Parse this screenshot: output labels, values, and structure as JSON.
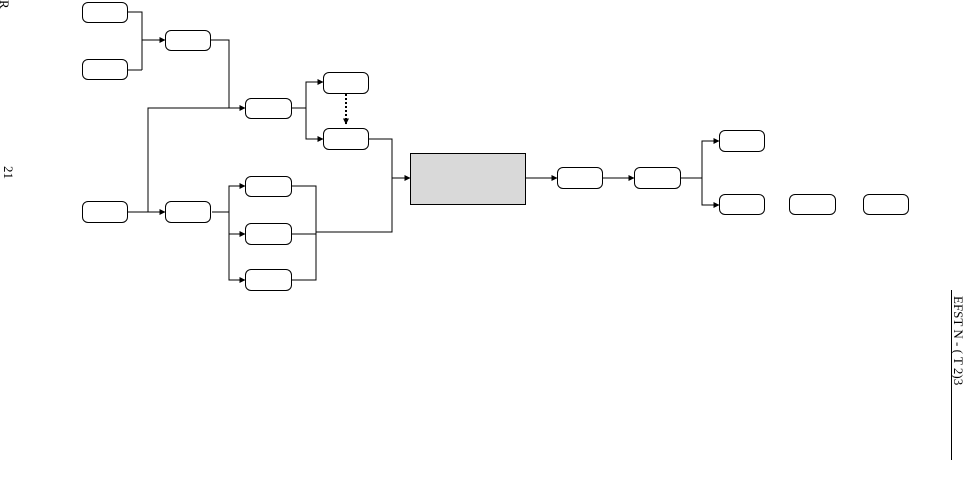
{
  "page": {
    "margin_letter": "R",
    "page_number": "21",
    "footer_reference": "EFST N - ( T 2)3"
  },
  "diagram": {
    "nodes": [
      {
        "id": "n1",
        "label": ""
      },
      {
        "id": "n2",
        "label": ""
      },
      {
        "id": "n3",
        "label": ""
      },
      {
        "id": "n4",
        "label": ""
      },
      {
        "id": "n5",
        "label": ""
      },
      {
        "id": "n6",
        "label": ""
      },
      {
        "id": "n7",
        "label": ""
      },
      {
        "id": "n8",
        "label": ""
      },
      {
        "id": "n9",
        "label": ""
      },
      {
        "id": "n10",
        "label": ""
      },
      {
        "id": "n11",
        "label": ""
      },
      {
        "id": "n12",
        "label": ""
      },
      {
        "id": "center",
        "label": ""
      },
      {
        "id": "n13",
        "label": ""
      },
      {
        "id": "n14",
        "label": ""
      },
      {
        "id": "n15",
        "label": ""
      },
      {
        "id": "n16",
        "label": ""
      },
      {
        "id": "n17",
        "label": ""
      },
      {
        "id": "n18",
        "label": ""
      }
    ],
    "colors": {
      "stroke": "#000000",
      "shaded_fill": "#d9d9d9",
      "box_fill": "#ffffff"
    }
  }
}
